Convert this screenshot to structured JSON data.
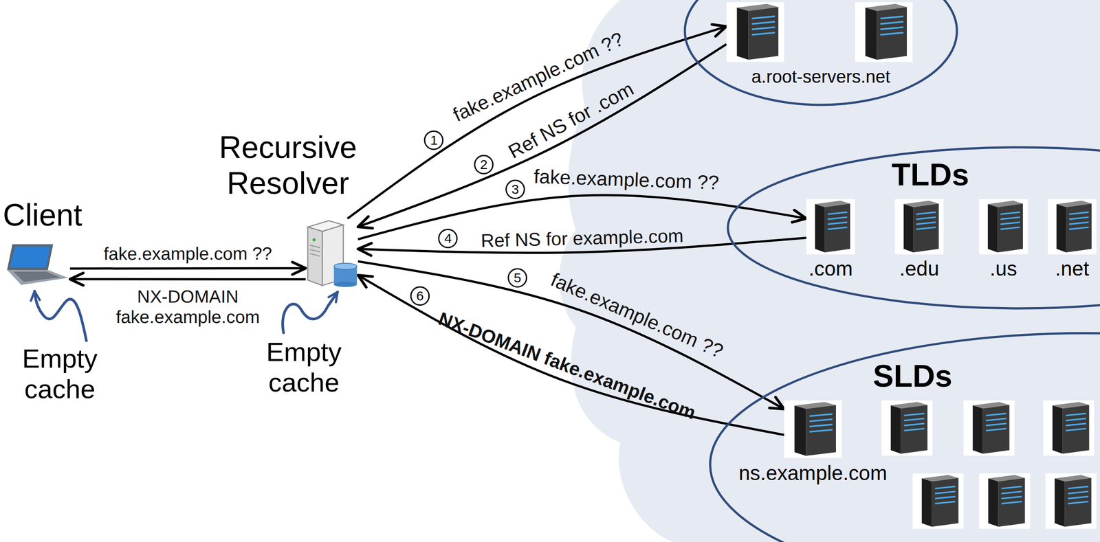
{
  "diagram": {
    "nodes": [
      {
        "text": [
          "Client"
        ]
      },
      {
        "text": [
          "Recursive Resolver"
        ]
      },
      {
        "text": [
          "a.root-servers.net"
        ]
      },
      {
        "text": [
          "TLDs"
        ]
      },
      {
        "text": [
          ".com"
        ],
        "in": 3
      },
      {
        "text": [
          ".edu"
        ],
        "in": 3
      },
      {
        "text": [
          ".us"
        ],
        "in": 3
      },
      {
        "text": [
          ".net"
        ],
        "in": 3
      },
      {
        "text": [
          "SLDs"
        ]
      },
      {
        "text": [
          "ns.example.com"
        ],
        "in": 8
      }
    ],
    "edges": [
      {
        "from": 0,
        "to": 1,
        "arrow": "to",
        "label": "fake.example.com ??"
      },
      {
        "from": 1,
        "to": 0,
        "arrow": "to",
        "label": "NX-DOMAIN fake.example.com"
      },
      {
        "from": 1,
        "to": 2,
        "arrow": "to",
        "label": "fake.example.com ??"
      },
      {
        "from": 2,
        "to": 1,
        "arrow": "to",
        "label": "Ref NS for .com"
      },
      {
        "from": 1,
        "to": 4,
        "arrow": "to",
        "label": "fake.example.com ??"
      },
      {
        "from": 4,
        "to": 1,
        "arrow": "to",
        "label": "Ref NS for example.com"
      },
      {
        "from": 1,
        "to": 9,
        "arrow": "to",
        "label": "fake.example.com ??"
      },
      {
        "from": 9,
        "to": 1,
        "arrow": "to",
        "label": "NX-DOMAIN fake.example.com"
      }
    ],
    "labels": [
      "1",
      "2",
      "3",
      "4",
      "5",
      "6",
      "Empty cache",
      "Empty cache"
    ]
  }
}
